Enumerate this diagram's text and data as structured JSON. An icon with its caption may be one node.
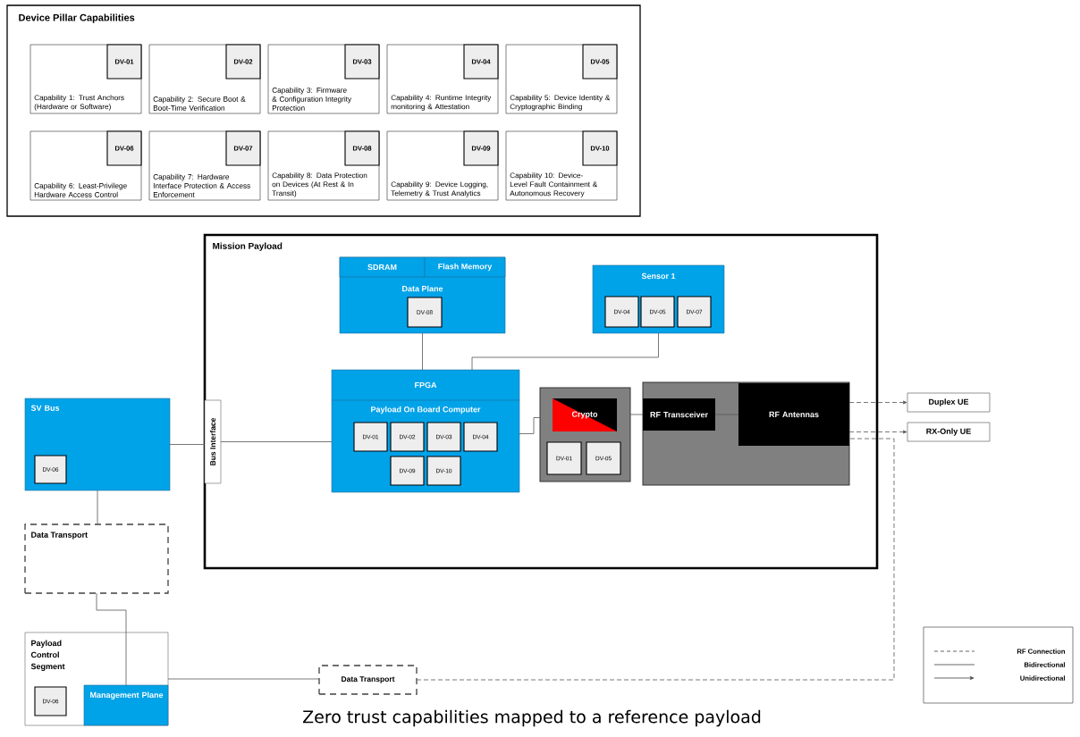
{
  "diagram": {
    "caption": "Zero trust capabilities mapped to a reference payload",
    "nodes": [
      {
        "text": [
          "Device Pillar Capabilities"
        ]
      },
      {
        "text": [
          "Capability 1: Trust Anchors (Hardware or Software)"
        ],
        "in": 0
      },
      {
        "text": [
          "DV-01"
        ],
        "in": 1
      },
      {
        "text": [
          "Capability 2: Secure Boot & Boot-Time Verification"
        ],
        "in": 0
      },
      {
        "text": [
          "DV-02"
        ],
        "in": 3
      },
      {
        "text": [
          "Capability 3: Firmware & Configuration Integrity Protection"
        ],
        "in": 0
      },
      {
        "text": [
          "DV-03"
        ],
        "in": 5
      },
      {
        "text": [
          "Capability 4: Runtime Integrity monitoring & Attestation"
        ],
        "in": 0
      },
      {
        "text": [
          "DV-04"
        ],
        "in": 7
      },
      {
        "text": [
          "Capability 5: Device Identity & Cryptographic Binding"
        ],
        "in": 0
      },
      {
        "text": [
          "DV-05"
        ],
        "in": 9
      },
      {
        "text": [
          "Capability 6: Least-Privilege Hardware Access Control"
        ],
        "in": 0
      },
      {
        "text": [
          "DV-06"
        ],
        "in": 11
      },
      {
        "text": [
          "Capability 7: Hardware Interface Protection & Access Enforcement"
        ],
        "in": 0
      },
      {
        "text": [
          "DV-07"
        ],
        "in": 13
      },
      {
        "text": [
          "Capability 8: Data Protection on Devices (At Rest & In Transit)"
        ],
        "in": 0
      },
      {
        "text": [
          "DV-08"
        ],
        "in": 15
      },
      {
        "text": [
          "Capability 9: Device Logging, Telemetry & Trust Analytics"
        ],
        "in": 0
      },
      {
        "text": [
          "DV-09"
        ],
        "in": 17
      },
      {
        "text": [
          "Capability 10: Device-Level Fault Containment & Autonomous Recovery"
        ],
        "in": 0
      },
      {
        "text": [
          "DV-10"
        ],
        "in": 19
      },
      {
        "text": [
          "Mission Payload"
        ]
      },
      {
        "text": [
          "Data Plane"
        ],
        "in": 21
      },
      {
        "text": [
          "SDRAM"
        ],
        "in": 22
      },
      {
        "text": [
          "Flash Memory"
        ],
        "in": 22
      },
      {
        "text": [
          "DV-08"
        ],
        "in": 22
      },
      {
        "text": [
          "Sensor 1"
        ],
        "in": 21
      },
      {
        "text": [
          "DV-04"
        ],
        "in": 26
      },
      {
        "text": [
          "DV-05"
        ],
        "in": 26
      },
      {
        "text": [
          "DV-07"
        ],
        "in": 26
      },
      {
        "text": [
          "Bus Interface"
        ],
        "in": 21
      },
      {
        "text": [
          "FPGA",
          "Payload On Board Computer"
        ],
        "in": 21
      },
      {
        "text": [
          "DV-01"
        ],
        "in": 31
      },
      {
        "text": [
          "DV-02"
        ],
        "in": 31
      },
      {
        "text": [
          "DV-03"
        ],
        "in": 31
      },
      {
        "text": [
          "DV-04"
        ],
        "in": 31
      },
      {
        "text": [
          "DV-09"
        ],
        "in": 31
      },
      {
        "text": [
          "DV-10"
        ],
        "in": 31
      },
      {
        "text": [],
        "shape": "box",
        "in": 21
      },
      {
        "text": [
          "Crypto"
        ],
        "in": 38
      },
      {
        "text": [
          "DV-01"
        ],
        "in": 38
      },
      {
        "text": [
          "DV-05"
        ],
        "in": 38
      },
      {
        "text": [],
        "shape": "box",
        "in": 21
      },
      {
        "text": [
          "RF Transceiver"
        ],
        "in": 42
      },
      {
        "text": [
          "RF Antennas"
        ],
        "in": 42
      },
      {
        "text": [
          "SV Bus"
        ]
      },
      {
        "text": [
          "DV-06"
        ],
        "in": 45
      },
      {
        "text": [
          "Data Transport"
        ]
      },
      {
        "text": [
          "Payload Control Segment"
        ]
      },
      {
        "text": [
          "DV-06"
        ],
        "in": 48
      },
      {
        "text": [
          "Management Plane"
        ],
        "in": 48
      },
      {
        "text": [
          "Data Transport"
        ]
      },
      {
        "text": [
          "Duplex UE"
        ]
      },
      {
        "text": [
          "RX-Only UE"
        ]
      }
    ],
    "edges": [
      {
        "from": 22,
        "to": 31,
        "arrow": "none"
      },
      {
        "from": 26,
        "to": 31,
        "arrow": "none"
      },
      {
        "from": 30,
        "to": 31,
        "arrow": "none"
      },
      {
        "from": 45,
        "to": 30,
        "arrow": "none"
      },
      {
        "from": 45,
        "to": 47,
        "arrow": "none"
      },
      {
        "from": 31,
        "to": 38,
        "arrow": "none"
      },
      {
        "from": 38,
        "to": 43,
        "arrow": "none"
      },
      {
        "from": 43,
        "to": 44,
        "arrow": "none"
      },
      {
        "from": 44,
        "to": 52,
        "arrow": "to",
        "style": "dashed"
      },
      {
        "from": 44,
        "to": 53,
        "arrow": "to",
        "style": "dashed"
      },
      {
        "from": 47,
        "to": 50,
        "arrow": "none"
      },
      {
        "from": 48,
        "to": 51,
        "arrow": "none"
      },
      {
        "from": 51,
        "to": 44,
        "arrow": "none",
        "style": "dashed"
      }
    ],
    "legend": [
      {
        "text": "RF Connection"
      },
      {
        "text": "Bidirectional"
      },
      {
        "text": "Unidirectional"
      }
    ]
  }
}
